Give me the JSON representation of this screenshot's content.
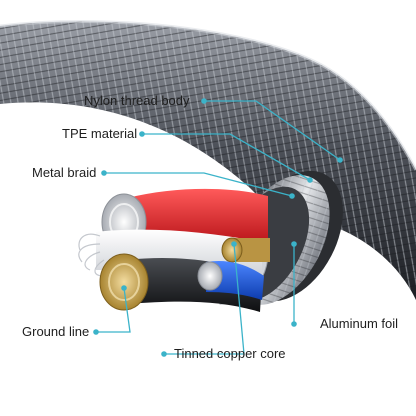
{
  "figure": {
    "accent_color": "#3bb3c9",
    "callouts": [
      {
        "id": "nylon",
        "label": "Nylon thread body"
      },
      {
        "id": "tpe",
        "label": "TPE material"
      },
      {
        "id": "braid",
        "label": "Metal braid"
      },
      {
        "id": "ground",
        "label": "Ground line"
      },
      {
        "id": "copper",
        "label": "Tinned copper core"
      },
      {
        "id": "foil",
        "label": "Aluminum foil"
      }
    ]
  }
}
